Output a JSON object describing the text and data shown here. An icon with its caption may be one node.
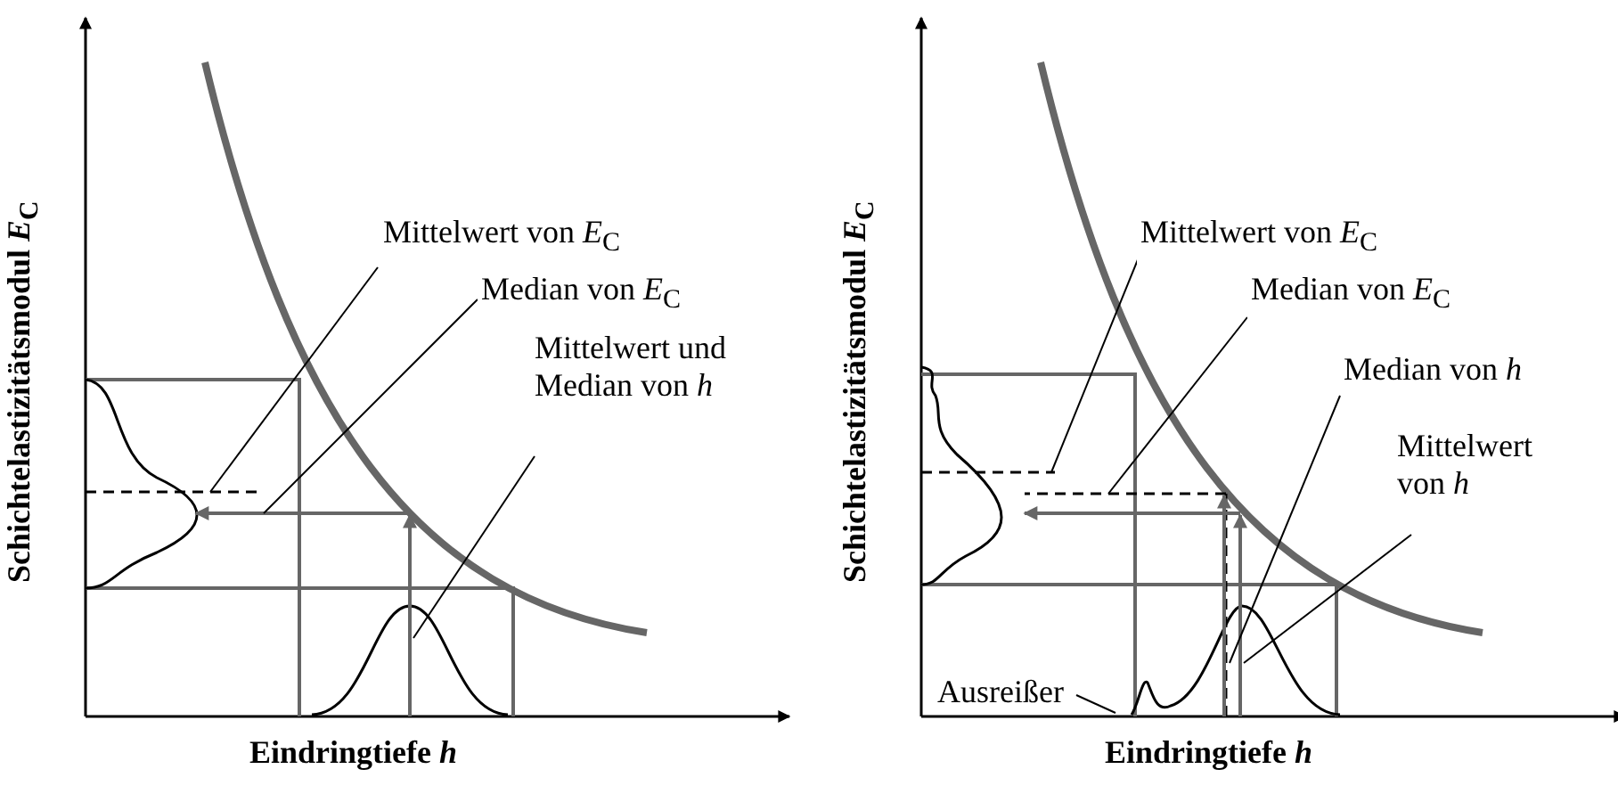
{
  "diagram": {
    "nodes": [
      {
        "text": [
          "Mittelwert von *E*$_{C}$"
        ]
      },
      {
        "text": [
          "Median von *E*$_{C}$"
        ]
      },
      {
        "text": [
          "Mittelwert und Median von *h*"
        ]
      },
      {
        "text": [
          "Mittelwert von *E*$_{C}$"
        ]
      },
      {
        "text": [
          "Median von *E*$_{C}$"
        ]
      },
      {
        "text": [
          "Median von *h*"
        ]
      },
      {
        "text": [
          "Mittelwert von *h*"
        ]
      },
      {
        "text": [
          "Ausreißer"
        ]
      }
    ],
    "edges": [
      {
        "from": 0,
        "to": null,
        "arrow": "none"
      },
      {
        "from": 1,
        "to": null,
        "arrow": "none"
      },
      {
        "from": 2,
        "to": null,
        "arrow": "none"
      },
      {
        "from": 3,
        "to": null,
        "arrow": "none"
      },
      {
        "from": 4,
        "to": null,
        "arrow": "none"
      },
      {
        "from": 5,
        "to": null,
        "arrow": "none"
      },
      {
        "from": 6,
        "to": null,
        "arrow": "none"
      },
      {
        "from": 7,
        "to": null,
        "arrow": "none"
      }
    ],
    "labels": [
      "Schichtelastizitätsmodul *E*$_{C}$",
      "Eindringtiefe *h*",
      "Schichtelastizitätsmodul *E*$_{C}$",
      "Eindringtiefe *h*"
    ]
  }
}
